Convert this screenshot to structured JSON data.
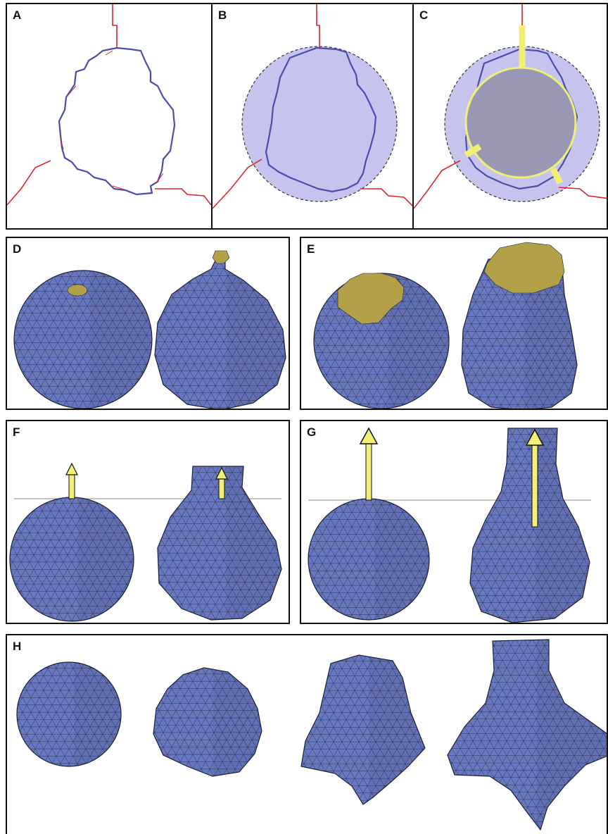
{
  "panels": {
    "a": {
      "label": "A"
    },
    "b": {
      "label": "B"
    },
    "c": {
      "label": "C"
    },
    "d": {
      "label": "D"
    },
    "e": {
      "label": "E"
    },
    "f": {
      "label": "F"
    },
    "g": {
      "label": "G"
    },
    "h": {
      "label": "H"
    }
  },
  "colors": {
    "boundary": "#d8262b",
    "cell_outline": "#4a4dab",
    "cell_fill": "#c6c3ef",
    "mesh_fill": "#6879c0",
    "mesh_line": "#1c2038",
    "patch": "#b3a14a",
    "yellow": "#f2ef78",
    "disk": "#9a98b5"
  },
  "icons": {
    "force_arrow": "up-arrow-icon",
    "contact_patch": "patch-icon"
  }
}
